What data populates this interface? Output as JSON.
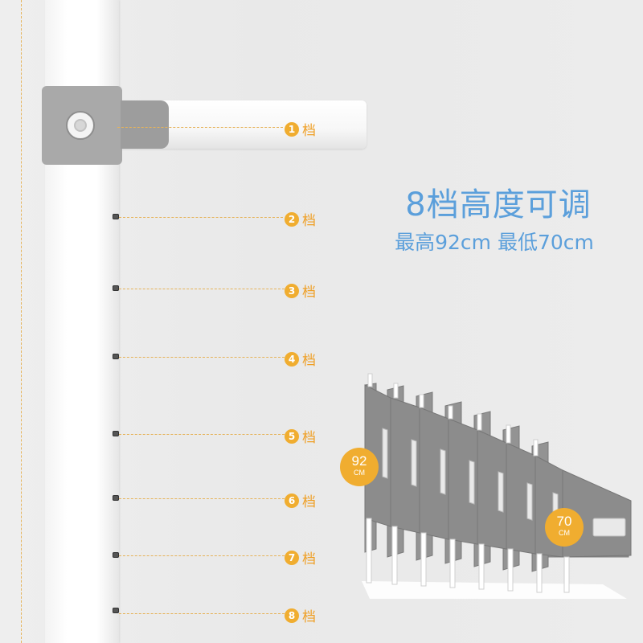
{
  "headline": "8档高度可调",
  "subline": "最高92cm 最低70cm",
  "levels": [
    {
      "number": "1",
      "label": "档"
    },
    {
      "number": "2",
      "label": "档"
    },
    {
      "number": "3",
      "label": "档"
    },
    {
      "number": "4",
      "label": "档"
    },
    {
      "number": "5",
      "label": "档"
    },
    {
      "number": "6",
      "label": "档"
    },
    {
      "number": "7",
      "label": "档"
    },
    {
      "number": "8",
      "label": "档"
    }
  ],
  "badges": {
    "max": {
      "value": "92",
      "unit": "CM"
    },
    "min": {
      "value": "70",
      "unit": "CM"
    }
  },
  "colors": {
    "accent_orange": "#f0ad30",
    "headline_blue": "#5b9fdb",
    "gate_gray": "#8f8f8f"
  }
}
